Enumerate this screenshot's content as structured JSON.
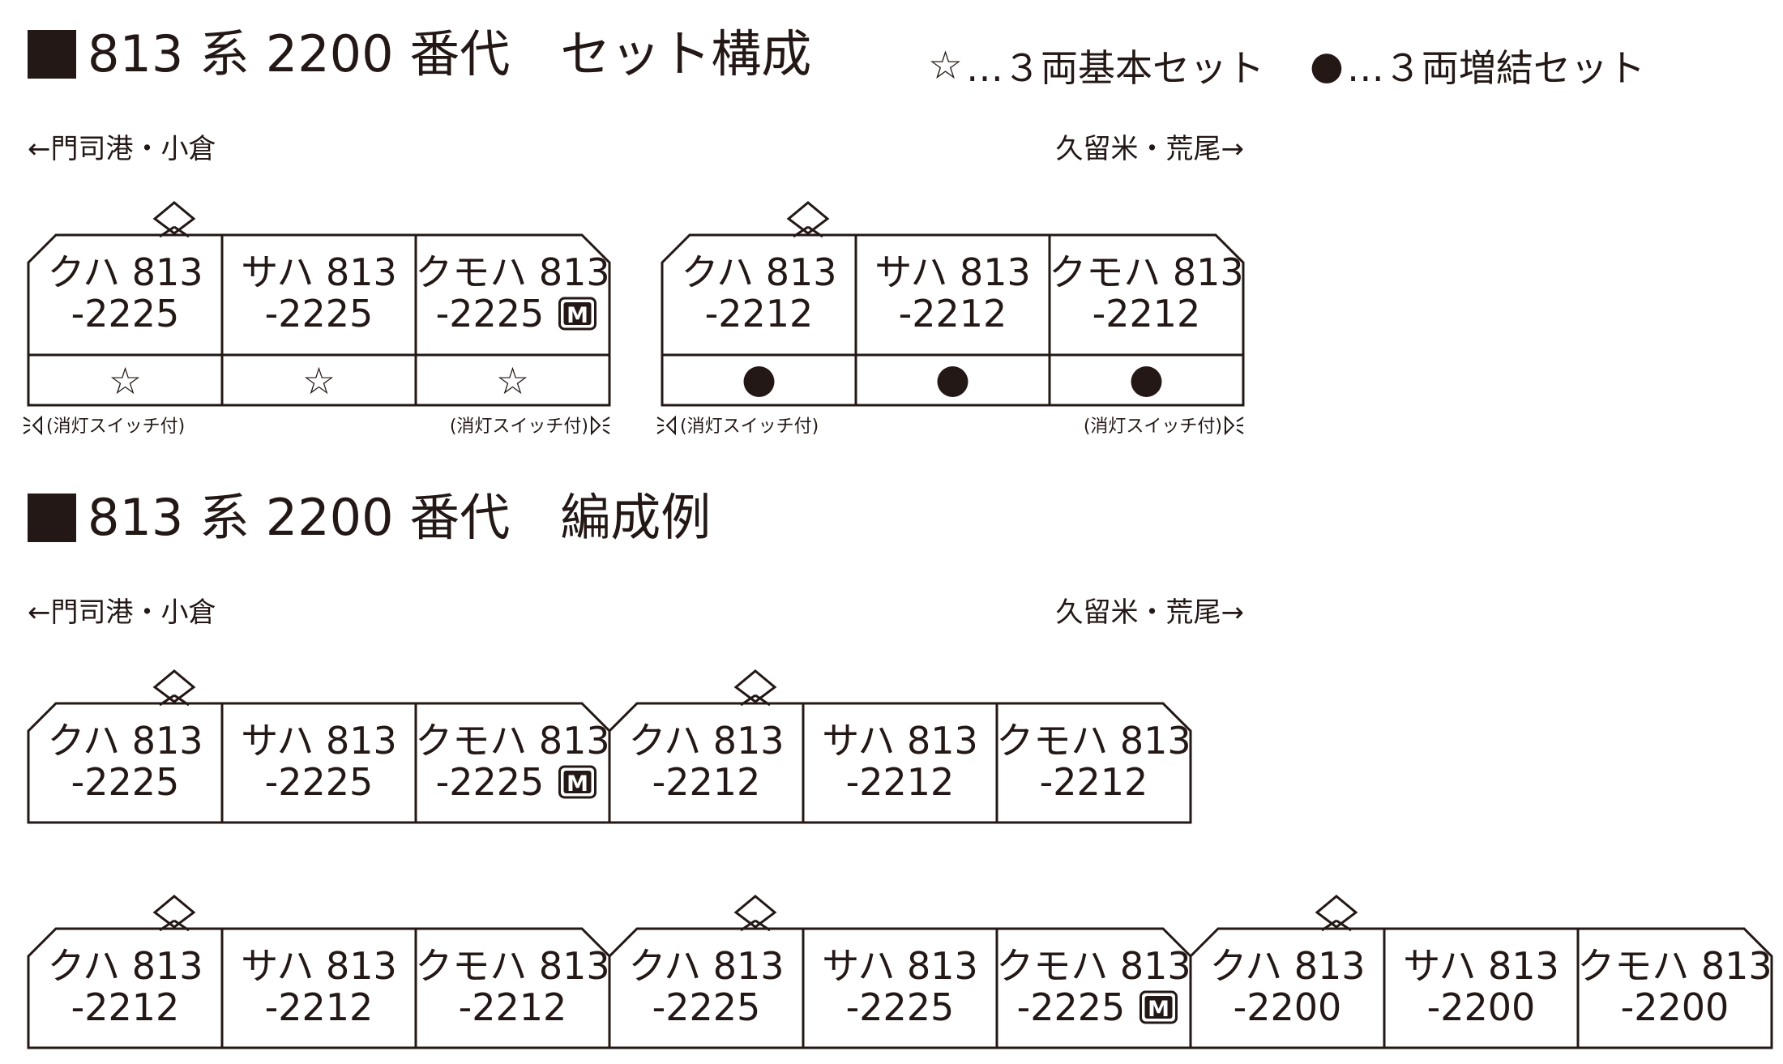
{
  "sections": [
    {
      "title": "813 系 2200 番代　セット構成"
    },
    {
      "title": "813 系 2200 番代　編成例"
    }
  ],
  "legend": {
    "star_symbol": "☆",
    "star_text": "…３両基本セット",
    "dot_symbol": "●",
    "dot_text": "…３両増結セット"
  },
  "direction": {
    "left": "←門司港・小倉",
    "right": "久留米・荒尾→"
  },
  "lamp_note": "(消灯スイッチ付)",
  "motor_mark": "M",
  "mark_star": "☆",
  "sets": [
    {
      "cars": [
        {
          "type": "クハ 813",
          "number": "-2225",
          "motor": false,
          "mark": "star"
        },
        {
          "type": "サハ 813",
          "number": "-2225",
          "motor": false,
          "mark": "star"
        },
        {
          "type": "クモハ 813",
          "number": "-2225",
          "motor": true,
          "mark": "star"
        }
      ]
    },
    {
      "cars": [
        {
          "type": "クハ 813",
          "number": "-2212",
          "motor": false,
          "mark": "dot"
        },
        {
          "type": "サハ 813",
          "number": "-2212",
          "motor": false,
          "mark": "dot"
        },
        {
          "type": "クモハ 813",
          "number": "-2212",
          "motor": false,
          "mark": "dot"
        }
      ]
    }
  ],
  "examples": [
    {
      "cars": [
        {
          "type": "クハ 813",
          "number": "-2225",
          "motor": false
        },
        {
          "type": "サハ 813",
          "number": "-2225",
          "motor": false
        },
        {
          "type": "クモハ 813",
          "number": "-2225",
          "motor": true
        },
        {
          "type": "クハ 813",
          "number": "-2212",
          "motor": false
        },
        {
          "type": "サハ 813",
          "number": "-2212",
          "motor": false
        },
        {
          "type": "クモハ 813",
          "number": "-2212",
          "motor": false
        }
      ]
    },
    {
      "cars": [
        {
          "type": "クハ 813",
          "number": "-2212",
          "motor": false
        },
        {
          "type": "サハ 813",
          "number": "-2212",
          "motor": false
        },
        {
          "type": "クモハ 813",
          "number": "-2212",
          "motor": false
        },
        {
          "type": "クハ 813",
          "number": "-2225",
          "motor": false
        },
        {
          "type": "サハ 813",
          "number": "-2225",
          "motor": false
        },
        {
          "type": "クモハ 813",
          "number": "-2225",
          "motor": true
        },
        {
          "type": "クハ 813",
          "number": "-2200",
          "motor": false
        },
        {
          "type": "サハ 813",
          "number": "-2200",
          "motor": false
        },
        {
          "type": "クモハ 813",
          "number": "-2200",
          "motor": false
        }
      ]
    }
  ]
}
